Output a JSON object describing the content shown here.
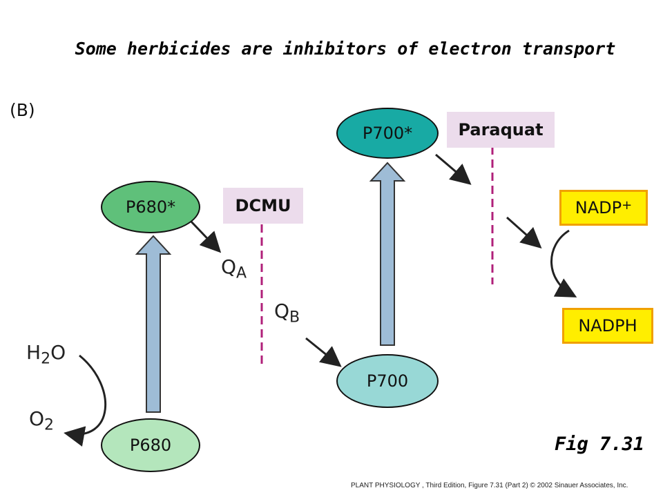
{
  "title": "Some herbicides are inhibitors of electron transport",
  "panel_label": "(B)",
  "nodes": {
    "p680": "P680",
    "p680_star": "P680*",
    "p700": "P700",
    "p700_star": "P700*",
    "qa": "Q",
    "qa_sub": "A",
    "qb": "Q",
    "qb_sub": "B",
    "h2o_h": "H",
    "h2o_sub": "2",
    "h2o_o": "O",
    "o2_o": "O",
    "o2_sub": "2",
    "nadp_plus": "NADP",
    "nadp_sup": "+",
    "nadph": "NADPH"
  },
  "inhibitors": {
    "dcmu": "DCMU",
    "paraquat": "Paraquat"
  },
  "figure_label": "Fig 7.31",
  "credit": "PLANT PHYSIOLOGY , Third Edition, Figure 7.31 (Part 2)  © 2002 Sinauer Associates, Inc.",
  "colors": {
    "p680": "#b4e6bc",
    "p680_star": "#5fc07a",
    "p700": "#98d8d6",
    "p700_star": "#18aaa4",
    "up_arrow": "#9ebcd6",
    "inhibitor_bg": "#ecdcec",
    "dashed_line": "#b0207a",
    "nadp_fill": "#ffee00",
    "nadp_border": "#f0a000"
  }
}
